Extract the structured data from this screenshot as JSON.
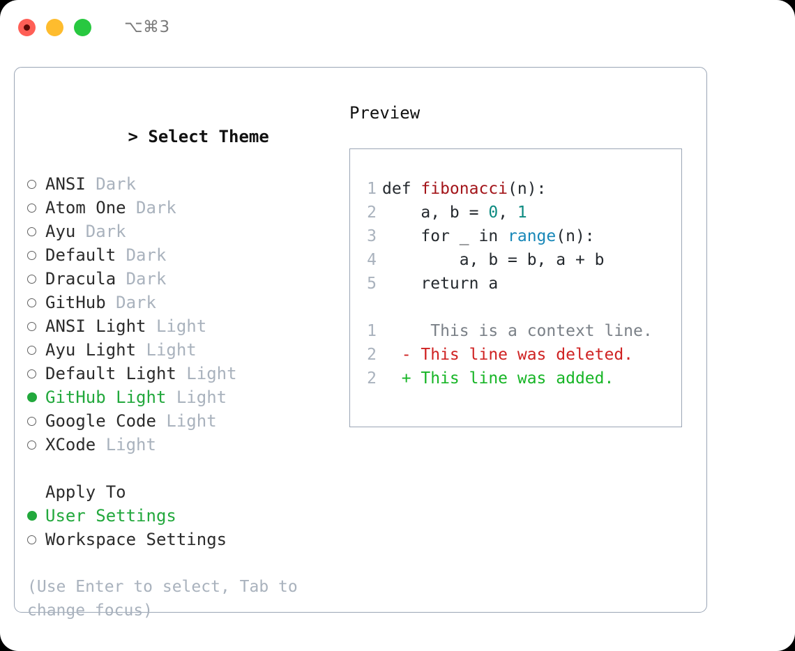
{
  "titlebar": {
    "shortcut": "⌥⌘3",
    "buttons": [
      "close",
      "minimize",
      "maximize"
    ]
  },
  "theme_picker": {
    "caret": ">",
    "heading": "Select Theme",
    "items": [
      {
        "marker": "empty",
        "label": "ANSI",
        "tag": "Dark",
        "selected": false
      },
      {
        "marker": "empty",
        "label": "Atom One",
        "tag": "Dark",
        "selected": false
      },
      {
        "marker": "empty",
        "label": "Ayu",
        "tag": "Dark",
        "selected": false
      },
      {
        "marker": "empty",
        "label": "Default",
        "tag": "Dark",
        "selected": false
      },
      {
        "marker": "empty",
        "label": "Dracula",
        "tag": "Dark",
        "selected": false
      },
      {
        "marker": "empty",
        "label": "GitHub",
        "tag": "Dark",
        "selected": false
      },
      {
        "marker": "empty",
        "label": "ANSI Light",
        "tag": "Light",
        "selected": false
      },
      {
        "marker": "empty",
        "label": "Ayu Light",
        "tag": "Light",
        "selected": false
      },
      {
        "marker": "empty",
        "label": "Default Light",
        "tag": "Light",
        "selected": false
      },
      {
        "marker": "filled",
        "label": "GitHub Light",
        "tag": "Light",
        "selected": true
      },
      {
        "marker": "empty",
        "label": "Google Code",
        "tag": "Light",
        "selected": false
      },
      {
        "marker": "empty",
        "label": "XCode",
        "tag": "Light",
        "selected": false
      }
    ]
  },
  "apply_to": {
    "heading": "Apply To",
    "items": [
      {
        "marker": "filled",
        "label": "User Settings",
        "selected": true
      },
      {
        "marker": "empty",
        "label": "Workspace Settings",
        "selected": false
      }
    ]
  },
  "hint": "(Use Enter to select, Tab to change focus)",
  "preview": {
    "title": "Preview",
    "code_lines": [
      {
        "num": "1",
        "segments": [
          {
            "text": "def ",
            "kind": "plain"
          },
          {
            "text": "fibonacci",
            "kind": "fn"
          },
          {
            "text": "(n):",
            "kind": "plain"
          }
        ]
      },
      {
        "num": "2",
        "segments": [
          {
            "text": "    a, b = ",
            "kind": "plain"
          },
          {
            "text": "0",
            "kind": "num"
          },
          {
            "text": ", ",
            "kind": "plain"
          },
          {
            "text": "1",
            "kind": "num"
          }
        ]
      },
      {
        "num": "3",
        "segments": [
          {
            "text": "    for _ in ",
            "kind": "plain"
          },
          {
            "text": "range",
            "kind": "blue"
          },
          {
            "text": "(n):",
            "kind": "plain"
          }
        ]
      },
      {
        "num": "4",
        "segments": [
          {
            "text": "        a, b = b, a + b",
            "kind": "plain"
          }
        ]
      },
      {
        "num": "5",
        "segments": [
          {
            "text": "    return a",
            "kind": "plain"
          }
        ]
      }
    ],
    "diff_lines": [
      {
        "num": "1",
        "sign": " ",
        "text": "  This is a context line.",
        "kind": "ctx"
      },
      {
        "num": "2",
        "sign": "-",
        "text": " This line was deleted.",
        "kind": "del"
      },
      {
        "num": "2",
        "sign": "+",
        "text": " This line was added.",
        "kind": "add"
      }
    ]
  },
  "colors": {
    "selected_green": "#22a83c",
    "tag_gray": "#a9b2bd",
    "border": "#9aa5b5",
    "fn_red": "#a3151a",
    "num_teal": "#0c8a80",
    "keyword_blue": "#1787b8",
    "diff_delete": "#cf2222",
    "diff_add": "#17b526",
    "diff_context": "#7a8087"
  }
}
